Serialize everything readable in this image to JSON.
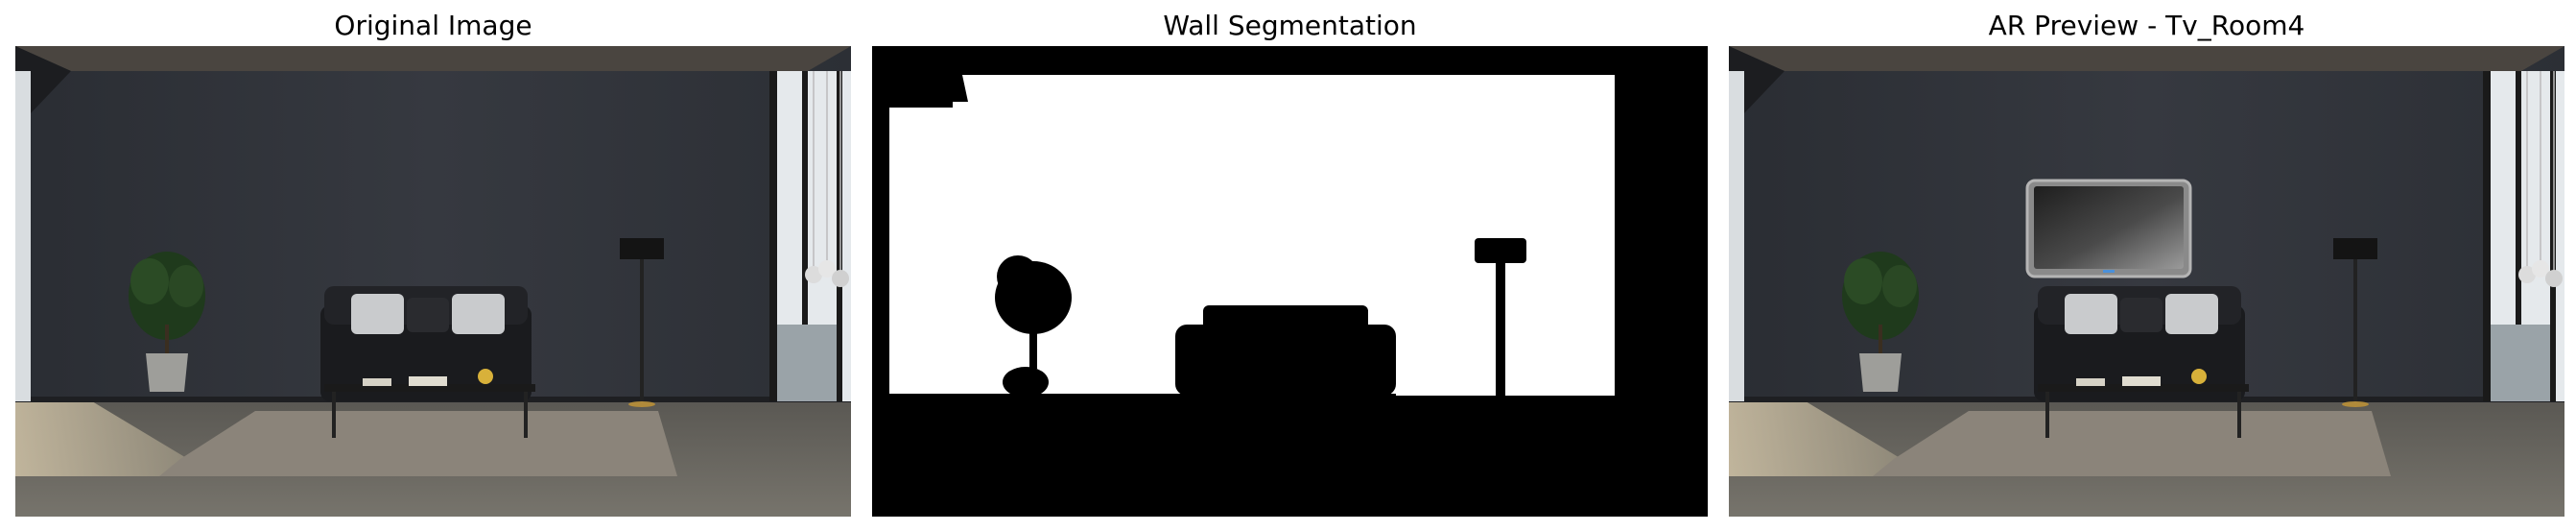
{
  "figure": {
    "panels": [
      {
        "title": "Original Image"
      },
      {
        "title": "Wall Segmentation"
      },
      {
        "title": "AR Preview - Tv_Room4"
      }
    ]
  }
}
